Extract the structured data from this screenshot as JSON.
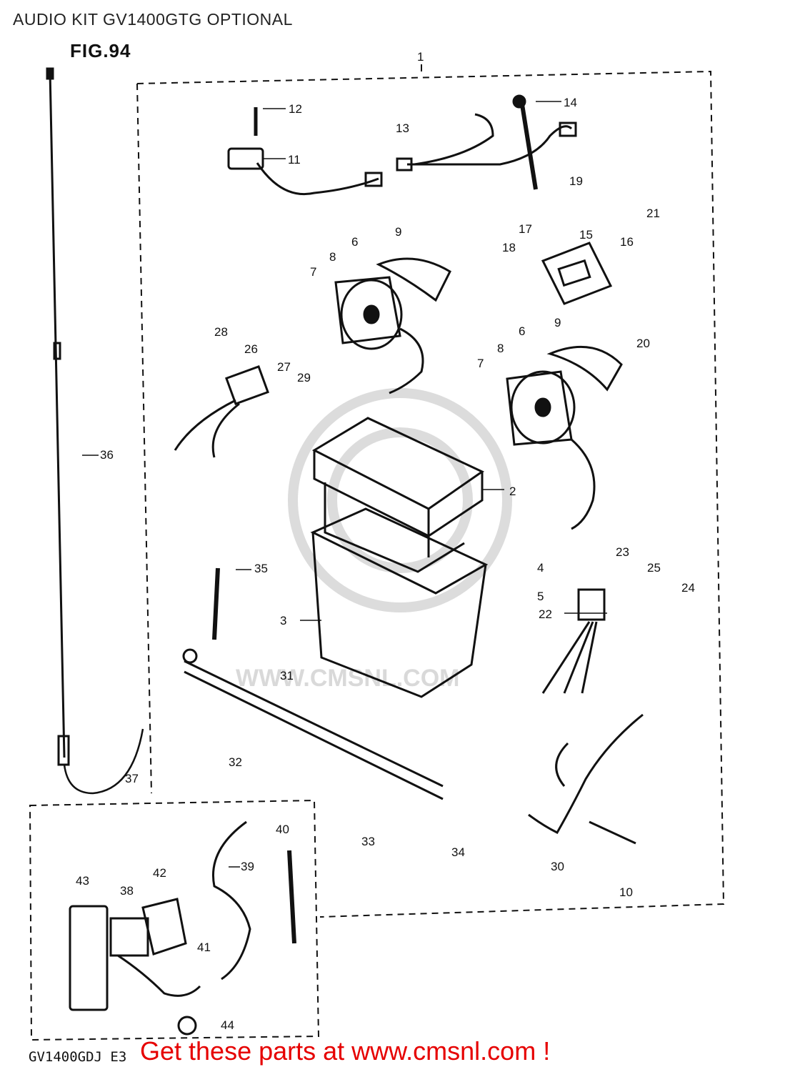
{
  "header": {
    "title": "AUDIO KIT GV1400GTG OPTIONAL",
    "figure": "FIG.94"
  },
  "footer": {
    "code": "GV1400GDJ E3",
    "link_text": "Get these parts at www.cmsnl.com !"
  },
  "watermark": {
    "text": "WWW.CMSNL.COM"
  },
  "parts": [
    "1",
    "2",
    "3",
    "4",
    "5",
    "6",
    "6",
    "7",
    "7",
    "8",
    "8",
    "9",
    "9",
    "10",
    "11",
    "12",
    "13",
    "14",
    "15",
    "16",
    "17",
    "18",
    "19",
    "20",
    "21",
    "22",
    "23",
    "24",
    "25",
    "26",
    "27",
    "28",
    "29",
    "30",
    "31",
    "32",
    "33",
    "34",
    "35",
    "36",
    "37",
    "38",
    "39",
    "40",
    "41",
    "42",
    "43",
    "44"
  ],
  "colors": {
    "link": "#e60000",
    "line": "#111111",
    "watermark": "#d9d9d9"
  }
}
